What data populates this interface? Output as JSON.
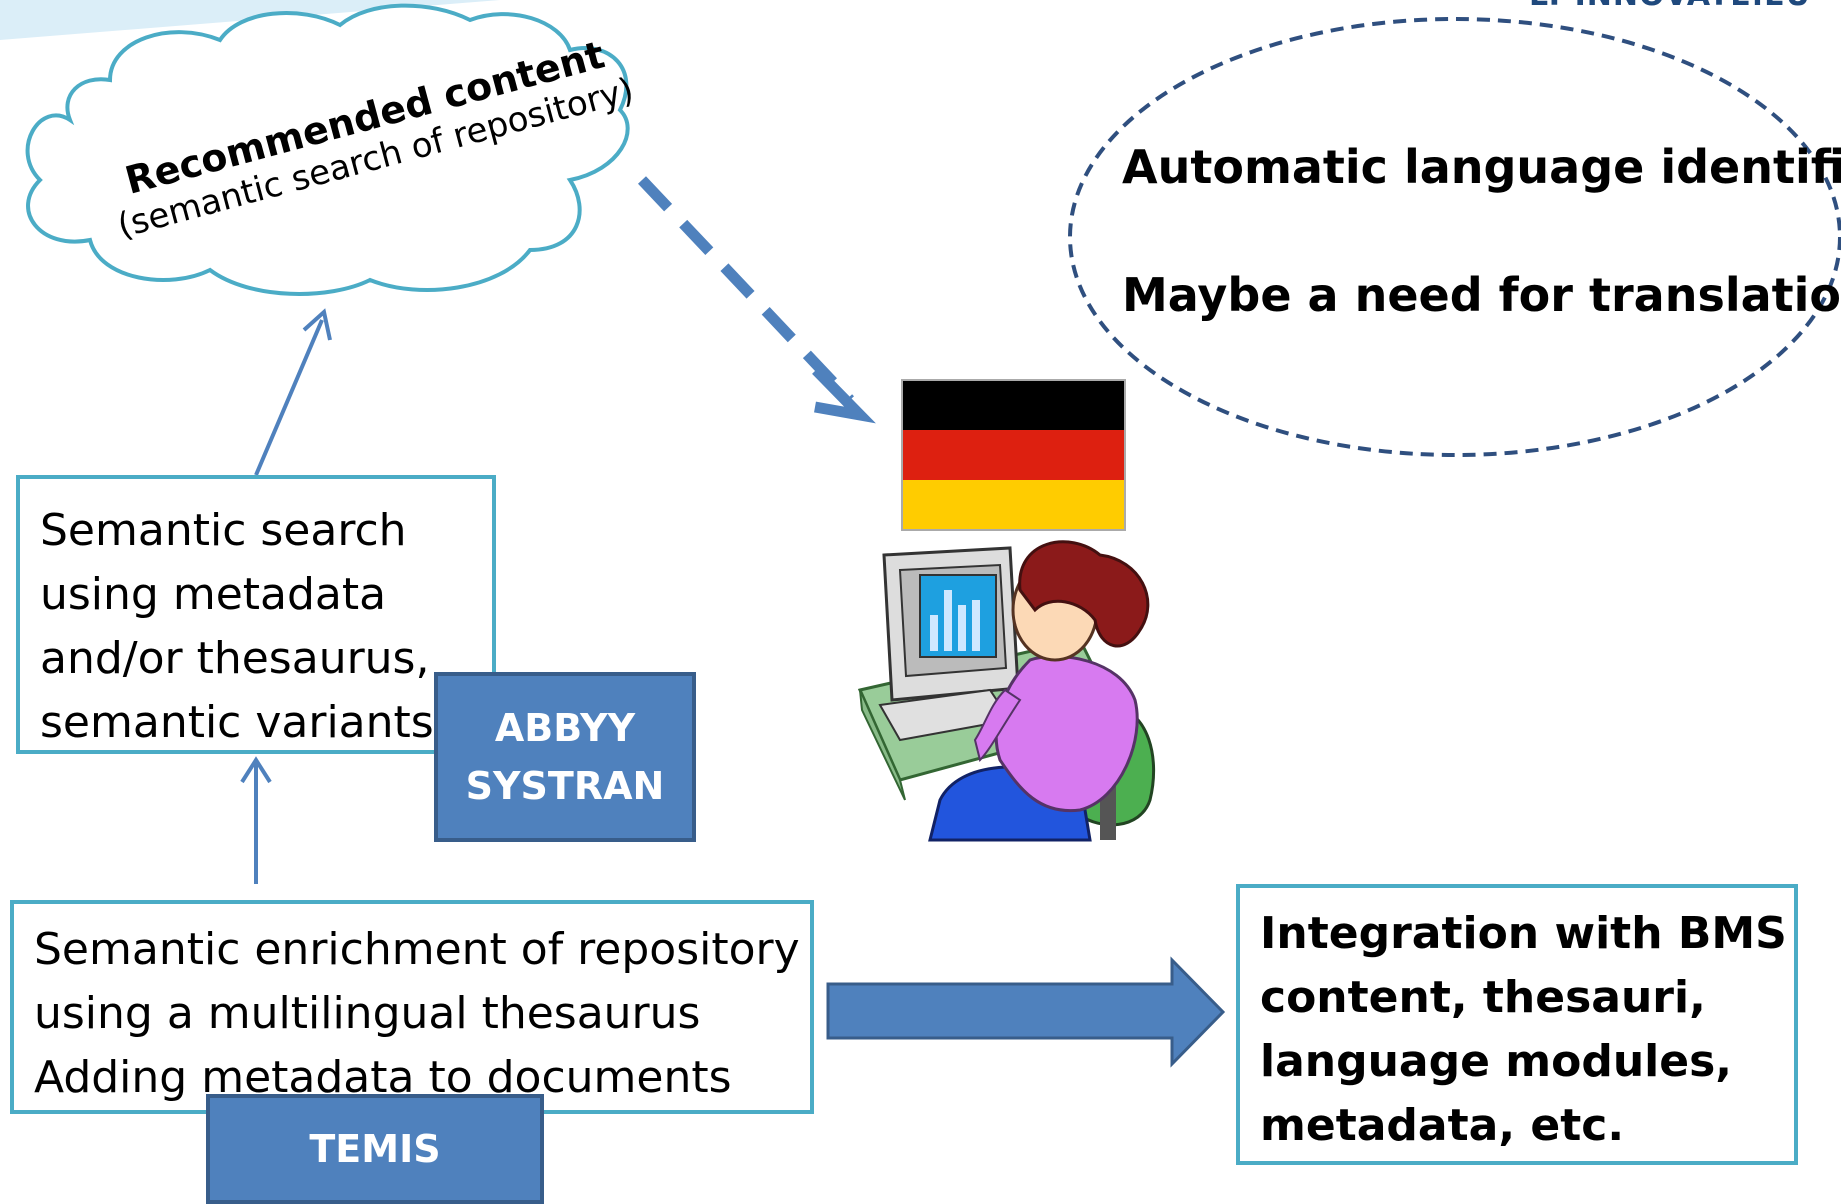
{
  "logo": {
    "text": "LT-INNOVATE.EU"
  },
  "cloud": {
    "title": "Recommended content",
    "subtitle": "(semantic search of repository)"
  },
  "ellipse": {
    "line1": "Automatic language identifier",
    "line2": "Maybe a need for translation?"
  },
  "semantic_search_box": {
    "lines": [
      "Semantic search",
      "using metadata",
      "and/or thesaurus,",
      "semantic variants"
    ]
  },
  "abbyy_tag": {
    "line1": "ABBYY",
    "line2": "SYSTRAN"
  },
  "enrichment_box": {
    "lines": [
      "Semantic enrichment of repository",
      "using a multilingual thesaurus",
      "Adding metadata to documents"
    ]
  },
  "temis_tag": {
    "label": "TEMIS"
  },
  "integration_box": {
    "lines": [
      "Integration with BMS",
      "content, thesauri,",
      "language modules,",
      "metadata, etc."
    ]
  },
  "flag": {
    "colors": [
      "#000000",
      "#dd2010",
      "#ffcc00"
    ]
  },
  "colors": {
    "box_border": "#4bacc6",
    "tag_fill": "#4f81bd",
    "tag_border": "#385d8a",
    "arrow": "#4f81bd",
    "ellipse_border": "#2f4f7f"
  }
}
